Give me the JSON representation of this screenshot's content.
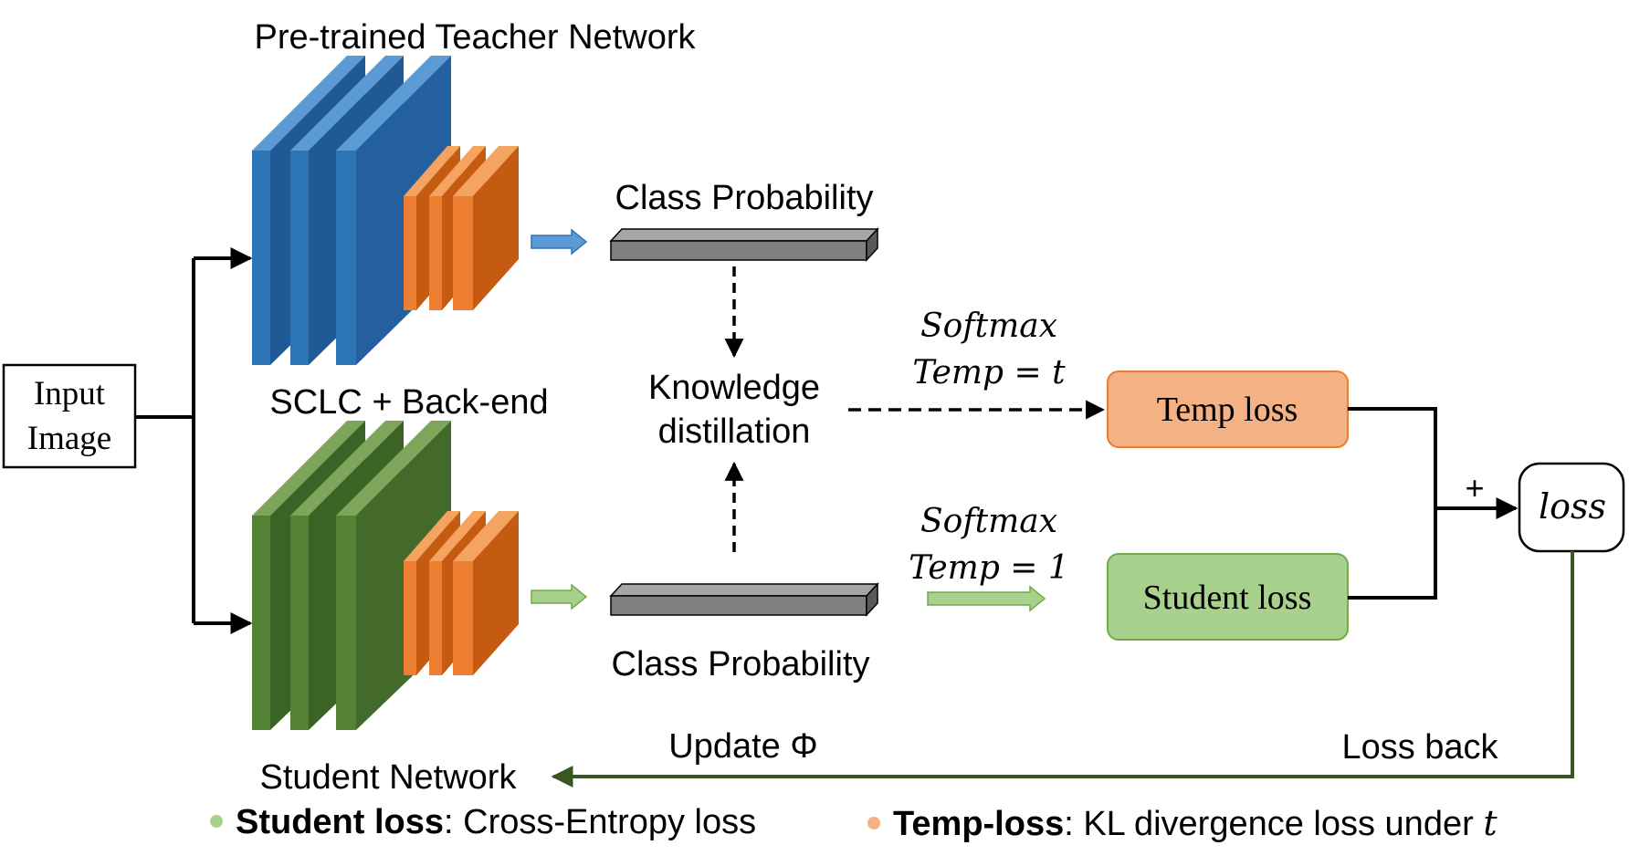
{
  "title": "Pre-trained Teacher Network",
  "input_label": [
    "Input",
    "Image"
  ],
  "teacher_subtitle": "SCLC + Back-end",
  "student_label": "Student Network",
  "class_prob_top": "Class Probability",
  "class_prob_bottom": "Class Probability",
  "kd_label": [
    "Knowledge",
    "distillation"
  ],
  "softmax_top": [
    "Softmax",
    "Temp = t"
  ],
  "softmax_bottom": [
    "Softmax",
    "Temp = 1"
  ],
  "temp_loss_label": "Temp loss",
  "student_loss_label": "Student loss",
  "plus_sign": "+",
  "loss_node_label": "loss",
  "update_label": "Update Φ",
  "loss_back_label": "Loss back",
  "legend": {
    "student": {
      "name": "Student loss",
      "desc": ": Cross-Entropy loss",
      "color": "#a9d18e"
    },
    "temp": {
      "name": "Temp-loss",
      "desc": ": KL divergence loss under ",
      "var": "t",
      "color": "#f4b183"
    }
  },
  "colors": {
    "teacher_blue": "#2e75b6",
    "student_green": "#548235",
    "backend_orange": "#ed7d31",
    "temp_box": "#f4b183",
    "student_box": "#a9d18e",
    "feedback_line": "#385723"
  }
}
